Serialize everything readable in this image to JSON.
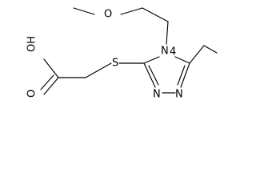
{
  "molecule": {
    "atom_labels": {
      "methoxy_oxygen": "O",
      "sulfur": "S",
      "ring_nitrogen_1": "N",
      "ring_nitrogen_2": "N",
      "ring_nitrogen_3": "N",
      "ring_nitrogen_3_index": "4",
      "hydroxyl": "OH",
      "carbonyl_oxygen": "O"
    }
  }
}
